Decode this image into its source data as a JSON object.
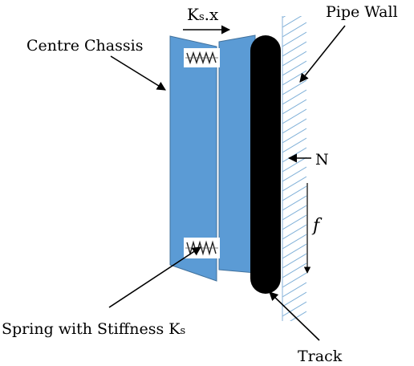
{
  "labels": {
    "force_top": {
      "main": "K",
      "sub": "s",
      "rest": ".x"
    },
    "pipe_wall": "Pipe Wall",
    "centre_chassis": "Centre Chassis",
    "normal_force": "N",
    "friction": "f",
    "spring": {
      "main": "Spring with Stiffness K",
      "sub": "s"
    },
    "track": "Track"
  },
  "colors": {
    "plate_fill": "#5b9bd5",
    "plate_stroke": "#41719c",
    "track": "#000000",
    "hatch": "#7fb0d8",
    "wall_line": "#9bbfe0"
  }
}
